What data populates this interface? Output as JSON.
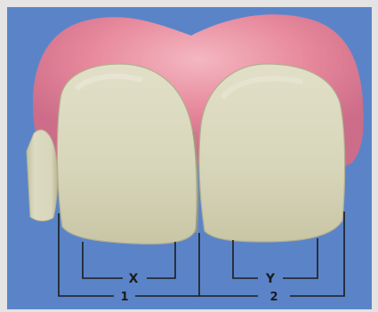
{
  "labels": {
    "x": "X",
    "y": "Y",
    "one": "1",
    "two": "2"
  },
  "colors": {
    "background": "#5a82c6",
    "frame": "#e6e6e6",
    "gum": "#e07d92",
    "gum_highlight": "#f2a9b5",
    "tooth": "#d8d6bc",
    "tooth_edge": "#a9a68a",
    "lines": "#1c1c1c"
  }
}
